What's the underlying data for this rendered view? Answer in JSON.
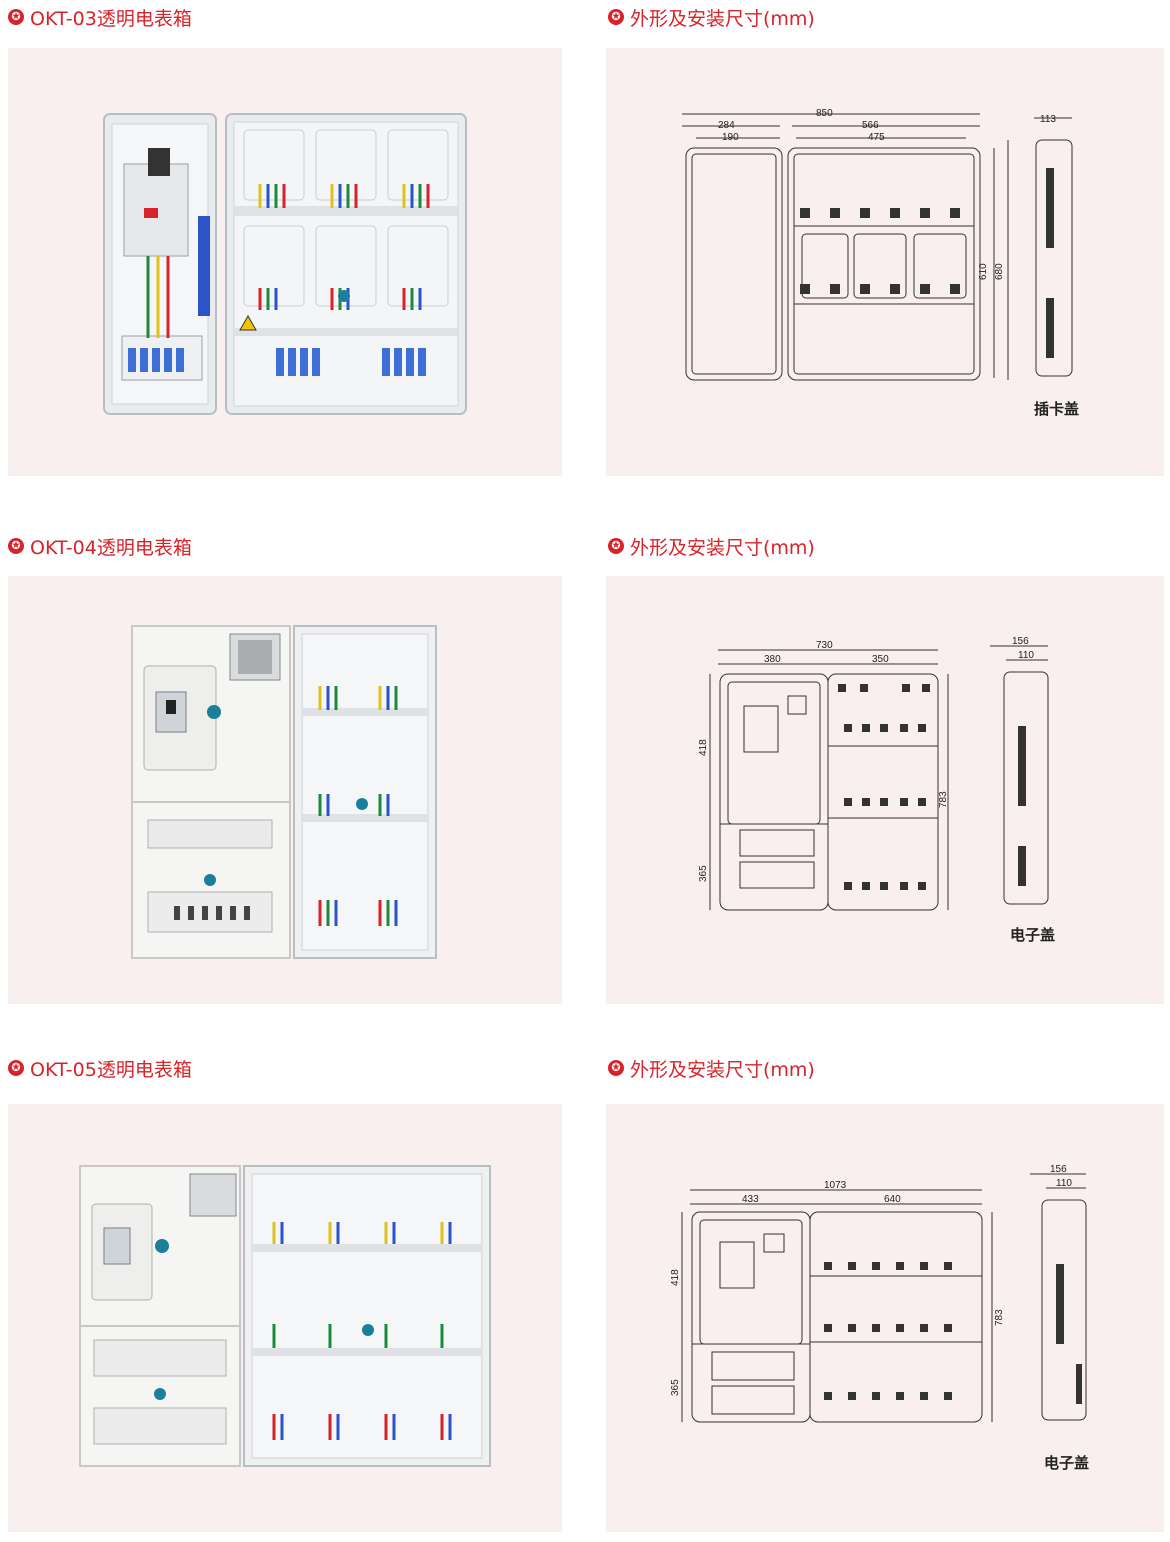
{
  "sections": [
    {
      "title": "OKT-03透明电表箱",
      "dims_title": "外形及安装尺寸(mm)",
      "cover_type": "插卡盖",
      "dimensions": {
        "overall": "850",
        "left_outer": "284",
        "left_inner": "190",
        "right_outer": "566",
        "right_inner": "475",
        "height_inner": "610",
        "height_outer": "680",
        "depth": "113"
      }
    },
    {
      "title": "OKT-04透明电表箱",
      "dims_title": "外形及安装尺寸(mm)",
      "cover_type": "电子盖",
      "dimensions": {
        "overall": "730",
        "left": "380",
        "right": "350",
        "upper_height": "418",
        "lower_height": "365",
        "height": "783",
        "depth_outer": "156",
        "depth_inner": "110"
      }
    },
    {
      "title": "OKT-05透明电表箱",
      "dims_title": "外形及安装尺寸(mm)",
      "cover_type": "电子盖",
      "dimensions": {
        "overall": "1073",
        "left": "433",
        "right": "640",
        "upper_height": "418",
        "lower_height": "365",
        "height": "783",
        "depth_outer": "156",
        "depth_inner": "110"
      }
    }
  ],
  "colors": {
    "heading": "#d8232a",
    "panel_bg": "#f8efee"
  }
}
